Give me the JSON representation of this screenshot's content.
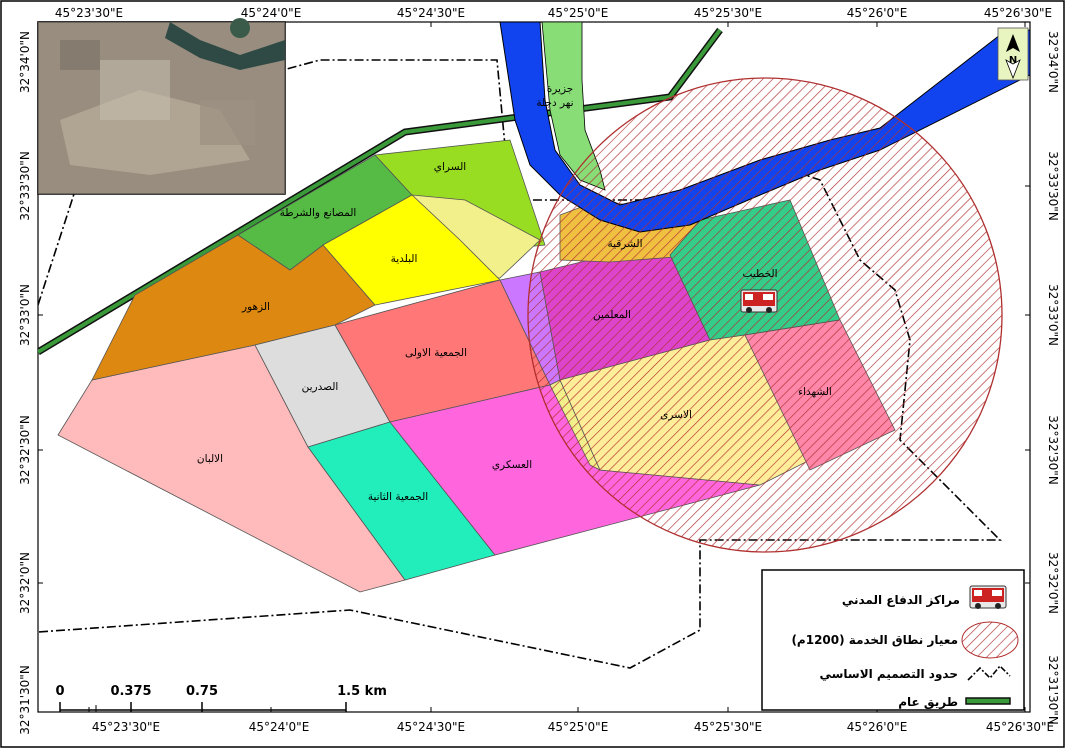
{
  "coordinates": {
    "top": [
      "45°23'30\"E",
      "45°24'0\"E",
      "45°24'30\"E",
      "45°25'0\"E",
      "45°25'30\"E",
      "45°26'0\"E",
      "45°26'30\"E"
    ],
    "bottom": [
      "45°23'30\"E",
      "45°24'0\"E",
      "45°24'30\"E",
      "45°25'0\"E",
      "45°25'30\"E",
      "45°26'0\"E",
      "45°26'30\"E"
    ],
    "left": [
      "32°34'0\"N",
      "32°33'30\"N",
      "32°33'0\"N",
      "32°32'30\"N",
      "32°32'0\"N",
      "32°31'30\"N"
    ],
    "right": [
      "32°34'0\"N",
      "32°33'30\"N",
      "32°33'0\"N",
      "32°32'30\"N",
      "32°32'0\"N",
      "32°31'30\"N"
    ]
  },
  "districts": {
    "alsaray": "السراي",
    "factories_police": "المصانع والشرطة",
    "municipality": "البلدية",
    "alzuhur": "الزهور",
    "first_association": "الجمعية الاولى",
    "alsadrain": "الصدرين",
    "alalban": "الالبان",
    "second_association": "الجمعية الثانية",
    "alaskari": "العسكري",
    "teachers": "المعلمين",
    "eastern": "الشرقية",
    "alkhatib": "الخطيب",
    "alasra": "الاسرى",
    "martyrs": "الشهداء",
    "island": [
      "جزيرة",
      "نهر دجلة"
    ]
  },
  "legend": {
    "civil_defense": "مراكز الدفاع المدني",
    "service_range": "معيار نطاق الخدمة (1200م)",
    "design_boundary": "حدود التصميم الاساسي",
    "public_road": "طريق عام"
  },
  "scale_bar": {
    "labels": [
      "0",
      "0.375",
      "0.75",
      "1.5 km"
    ]
  },
  "north_arrow": {
    "label": "N"
  },
  "colors": {
    "river": "#1144ee",
    "island": "#88dd77",
    "road": "#2e8b2e",
    "service_hatch": "#b03030",
    "alsaray": "#99dd22",
    "factories_police": "#55bb44",
    "municipality": "#ffff00",
    "alzuhur": "#dd8811",
    "first_association": "#ff7777",
    "alsadrain": "#dddddd",
    "alalban": "#ffbbbb",
    "second_association": "#22eebb",
    "alaskari": "#ff66dd",
    "teachers": "#dd44cc",
    "eastern": "#f0c040",
    "alkhatib": "#33cc88",
    "alasra": "#ffee99",
    "martyrs": "#ff88aa",
    "pale_yellow": "#f2f08a",
    "purple": "#cc77ff"
  }
}
